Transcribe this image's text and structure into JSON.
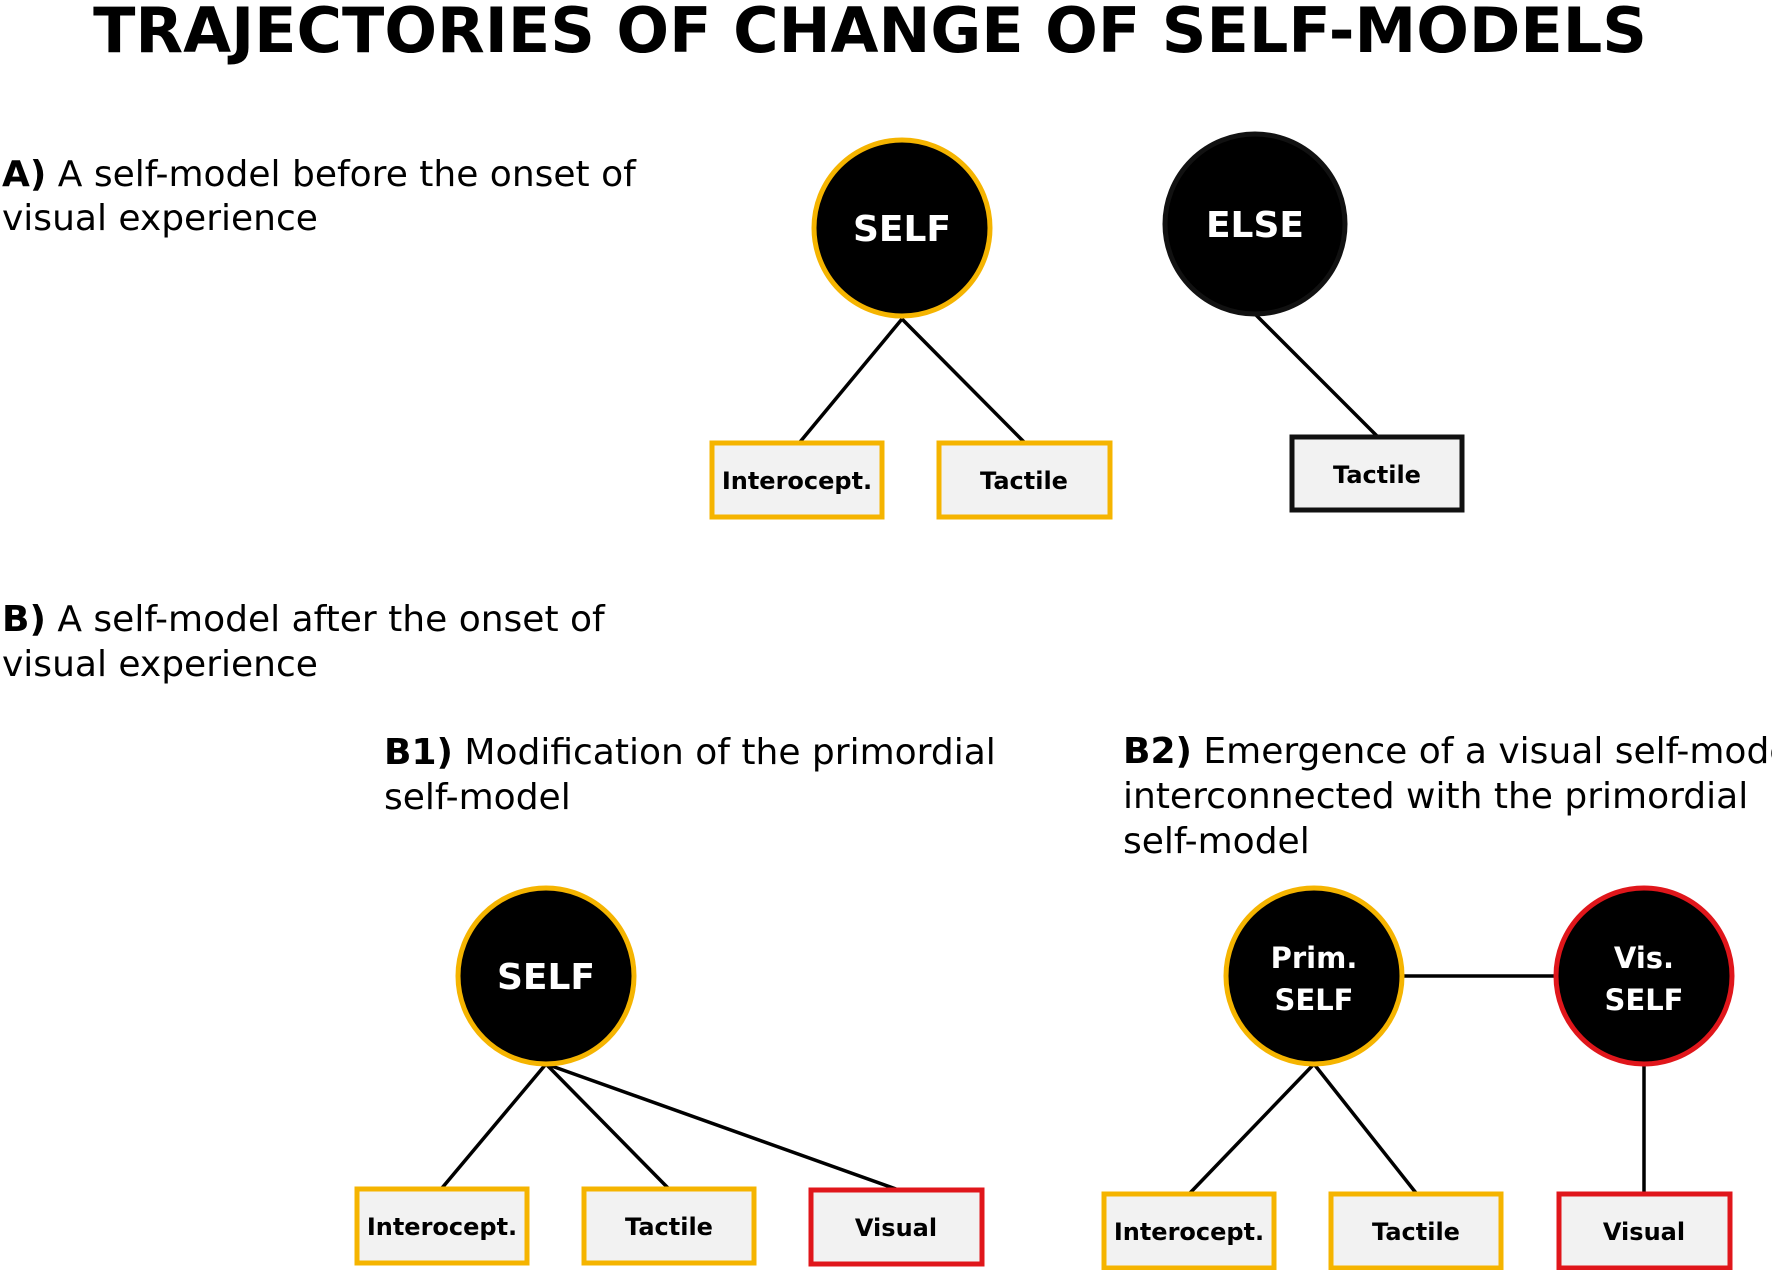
{
  "title": "TRAJECTORIES OF CHANGE OF SELF-MODELS",
  "colors": {
    "self_outline": "#f5b400",
    "visual_outline": "#e0161b",
    "neutral_outline": "#111111",
    "node_fill": "#000000",
    "box_fill": "#f2f2f2"
  },
  "sections": {
    "a": {
      "tag": "A)",
      "text_line1": " A self-model before the onset of",
      "text_line2": "visual experience"
    },
    "b": {
      "tag": "B)",
      "text_line1": " A self-model after the onset of",
      "text_line2": "visual experience"
    },
    "b1": {
      "tag": "B1)",
      "text_line1": " Modification of the primordial",
      "text_line2": "self-model"
    },
    "b2": {
      "tag": "B2)",
      "text_line1": " Emergence of a visual self-model,",
      "text_line2": "interconnected with the primordial",
      "text_line3": "self-model"
    }
  },
  "nodes": {
    "a_self": "SELF",
    "a_else": "ELSE",
    "b1_self": "SELF",
    "b2_prim_line1": "Prim.",
    "b2_prim_line2": "SELF",
    "b2_vis_line1": "Vis.",
    "b2_vis_line2": "SELF"
  },
  "boxes": {
    "a_interocept": "Interocept.",
    "a_tactile": "Tactile",
    "a_else_tactile": "Tactile",
    "b1_interocept": "Interocept.",
    "b1_tactile": "Tactile",
    "b1_visual": "Visual",
    "b2_interocept": "Interocept.",
    "b2_tactile": "Tactile",
    "b2_visual": "Visual"
  }
}
